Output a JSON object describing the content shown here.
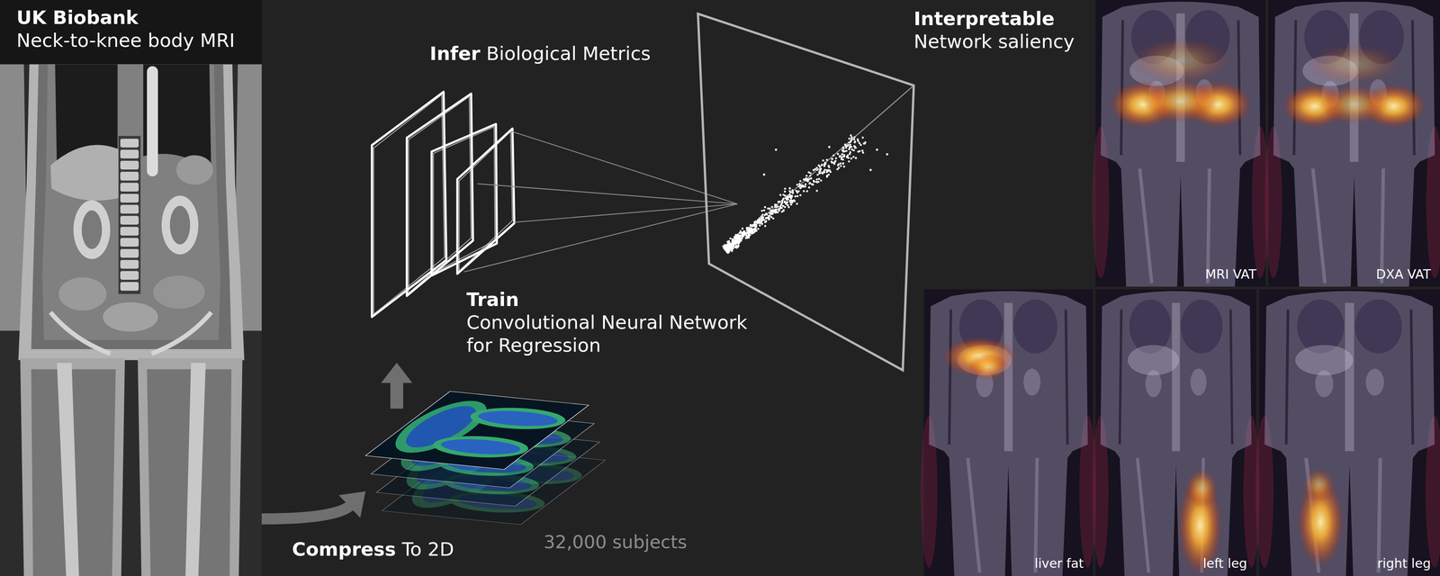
{
  "diagram": {
    "nodes": [
      {
        "text": [
          "UK Biobank",
          "Neck-to-knee body MRI"
        ]
      },
      {
        "text": [
          "32,000 subjects"
        ]
      },
      {
        "text": [
          "Train",
          "Convolutional Neural Network for Regression"
        ]
      },
      {
        "text": [
          "MRI VAT"
        ]
      },
      {
        "text": [
          "DXA VAT"
        ]
      },
      {
        "text": [
          "liver fat"
        ]
      },
      {
        "text": [
          "left leg"
        ]
      },
      {
        "text": [
          "right leg"
        ]
      }
    ],
    "edges": [
      {
        "from": 0,
        "to": 1,
        "arrow": "to"
      },
      {
        "from": 1,
        "to": 2,
        "arrow": "to"
      }
    ],
    "labels": [
      "Infer",
      "Biological Metrics",
      "Compress",
      "To 2D",
      "Interpretable",
      "Network saliency"
    ]
  }
}
